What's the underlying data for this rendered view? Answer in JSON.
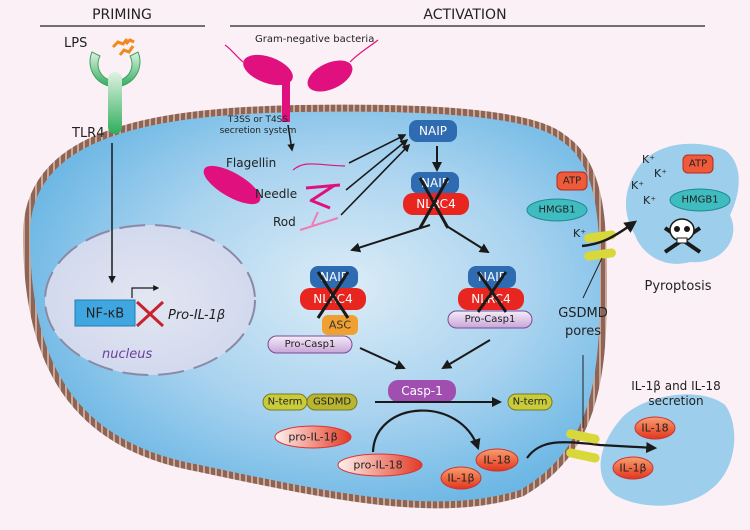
{
  "sections": {
    "priming": "PRIMING",
    "activation": "ACTIVATION"
  },
  "priming": {
    "ligand": "LPS",
    "receptor": "TLR4",
    "transcription_factor": "NF-κB",
    "gene": "Pro-IL-1β",
    "compartment": "nucleus"
  },
  "bacteria": {
    "label": "Gram-negative bacteria",
    "secretion_system": [
      "T3SS or T4SS",
      "secretion system"
    ],
    "ligands": [
      "Flagellin",
      "Needle",
      "Rod"
    ]
  },
  "inflammasome": {
    "naip": "NAIP",
    "nlrc4": "NLRC4",
    "asc": "ASC",
    "pro_casp1": "Pro-Casp1",
    "casp1": "Casp-1"
  },
  "substrates": {
    "n_term": "N-term",
    "gsdmd": "GSDMD",
    "pro_il1b": "pro-IL-1β",
    "pro_il18": "pro-IL-18",
    "il18": "IL-18",
    "il1b": "IL-1β"
  },
  "outcomes": {
    "atp": "ATP",
    "hmgb1": "HMGB1",
    "potassium": "K⁺",
    "pyroptosis": "Pyroptosis",
    "pores": [
      "GSDMD",
      "pores"
    ],
    "secretion": [
      "IL-1β and IL-18",
      "secretion"
    ]
  },
  "colors": {
    "background": "#fbf0f6",
    "cytoplasm": "#7fc3ea",
    "membrane": "#a07868",
    "naip": "#2f6bb0",
    "nlrc4": "#e8251f",
    "asc": "#f0a030",
    "casp": "#a04fb0",
    "gsdmd": "#c9cc3a",
    "cytokine": "#e84a2a",
    "bacteria": "#e0117f",
    "tlr4": "#3fb86a",
    "lps": "#f08a1c"
  }
}
